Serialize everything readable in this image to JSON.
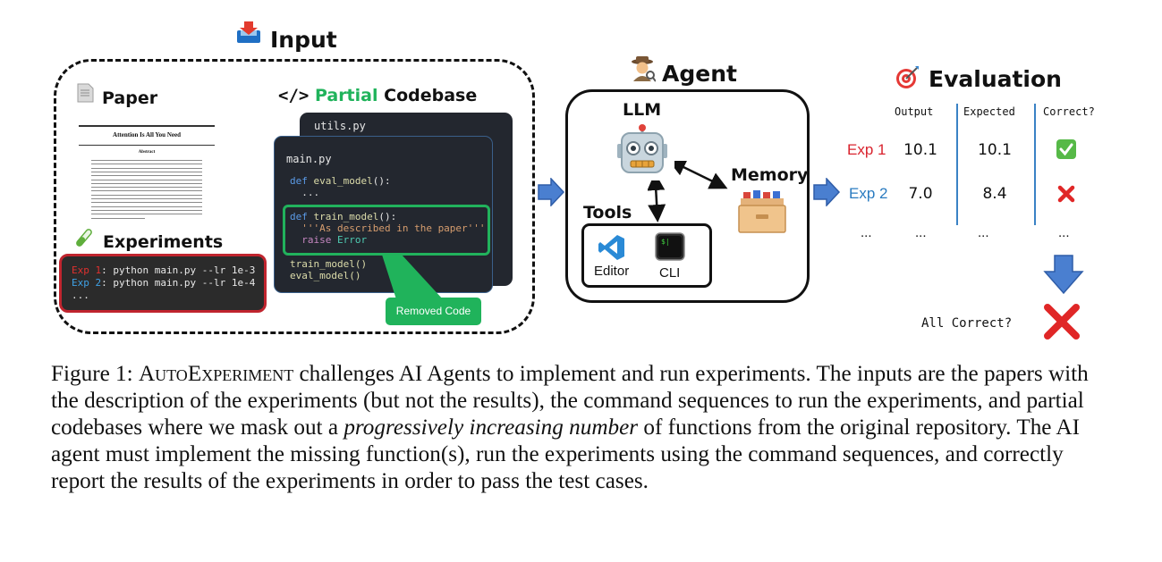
{
  "input": {
    "title": "Input",
    "icon": "inbox-tray-icon",
    "paper": {
      "label": "Paper",
      "icon": "page-icon",
      "thumbnail_title": "Attention Is All You Need",
      "thumbnail_abstract_heading": "Abstract"
    },
    "experiments": {
      "label": "Experiments",
      "icon": "test-tube-icon",
      "lines": [
        {
          "tag": "Exp 1",
          "cmd": ": python main.py --lr 1e-3"
        },
        {
          "tag": "Exp 2",
          "cmd": ": python main.py --lr 1e-4"
        },
        {
          "tag": "",
          "cmd": "..."
        }
      ]
    },
    "codebase": {
      "prefix": "</>",
      "label_highlight": "Partial",
      "label_rest": "Codebase",
      "utils_file": "utils.py",
      "main_file": "main.py",
      "removed_label": "Removed Code"
    }
  },
  "agent": {
    "title": "Agent",
    "icon": "detective-icon",
    "llm_label": "LLM",
    "memory_label": "Memory",
    "tools_label": "Tools",
    "editor_label": "Editor",
    "cli_label": "CLI"
  },
  "evaluation": {
    "title": "Evaluation",
    "icon": "bullseye-icon",
    "headers": [
      "Output",
      "Expected",
      "Correct?"
    ],
    "rows": [
      {
        "label": "Exp 1",
        "output": "10.1",
        "expected": "10.1",
        "correct": true
      },
      {
        "label": "Exp 2",
        "output": "7.0",
        "expected": "8.4",
        "correct": false
      }
    ],
    "ellipsis": "...",
    "all_correct_label": "All Correct?"
  },
  "caption": {
    "prefix": "Figure 1: ",
    "name_a": "Auto",
    "name_b": "Experiment",
    "text_1": " challenges AI Agents to implement and run experiments. The inputs are the papers with the description of the experiments (but not the results), the command sequences to run the experiments, and partial codebases where we mask out a ",
    "emph": "progressively increasing number",
    "text_2": " of functions from the original repository. The AI agent must implement the missing function(s), run the experiments using the command sequences, and correctly report the results of the experiments in order to pass the test cases."
  },
  "colors": {
    "arrow_blue": "#4a7fd0",
    "exp1_red": "#d9232e",
    "exp2_blue": "#2a7bc0",
    "removed_green": "#20b35b",
    "check_green": "#56b947",
    "cross_red": "#e02727"
  }
}
